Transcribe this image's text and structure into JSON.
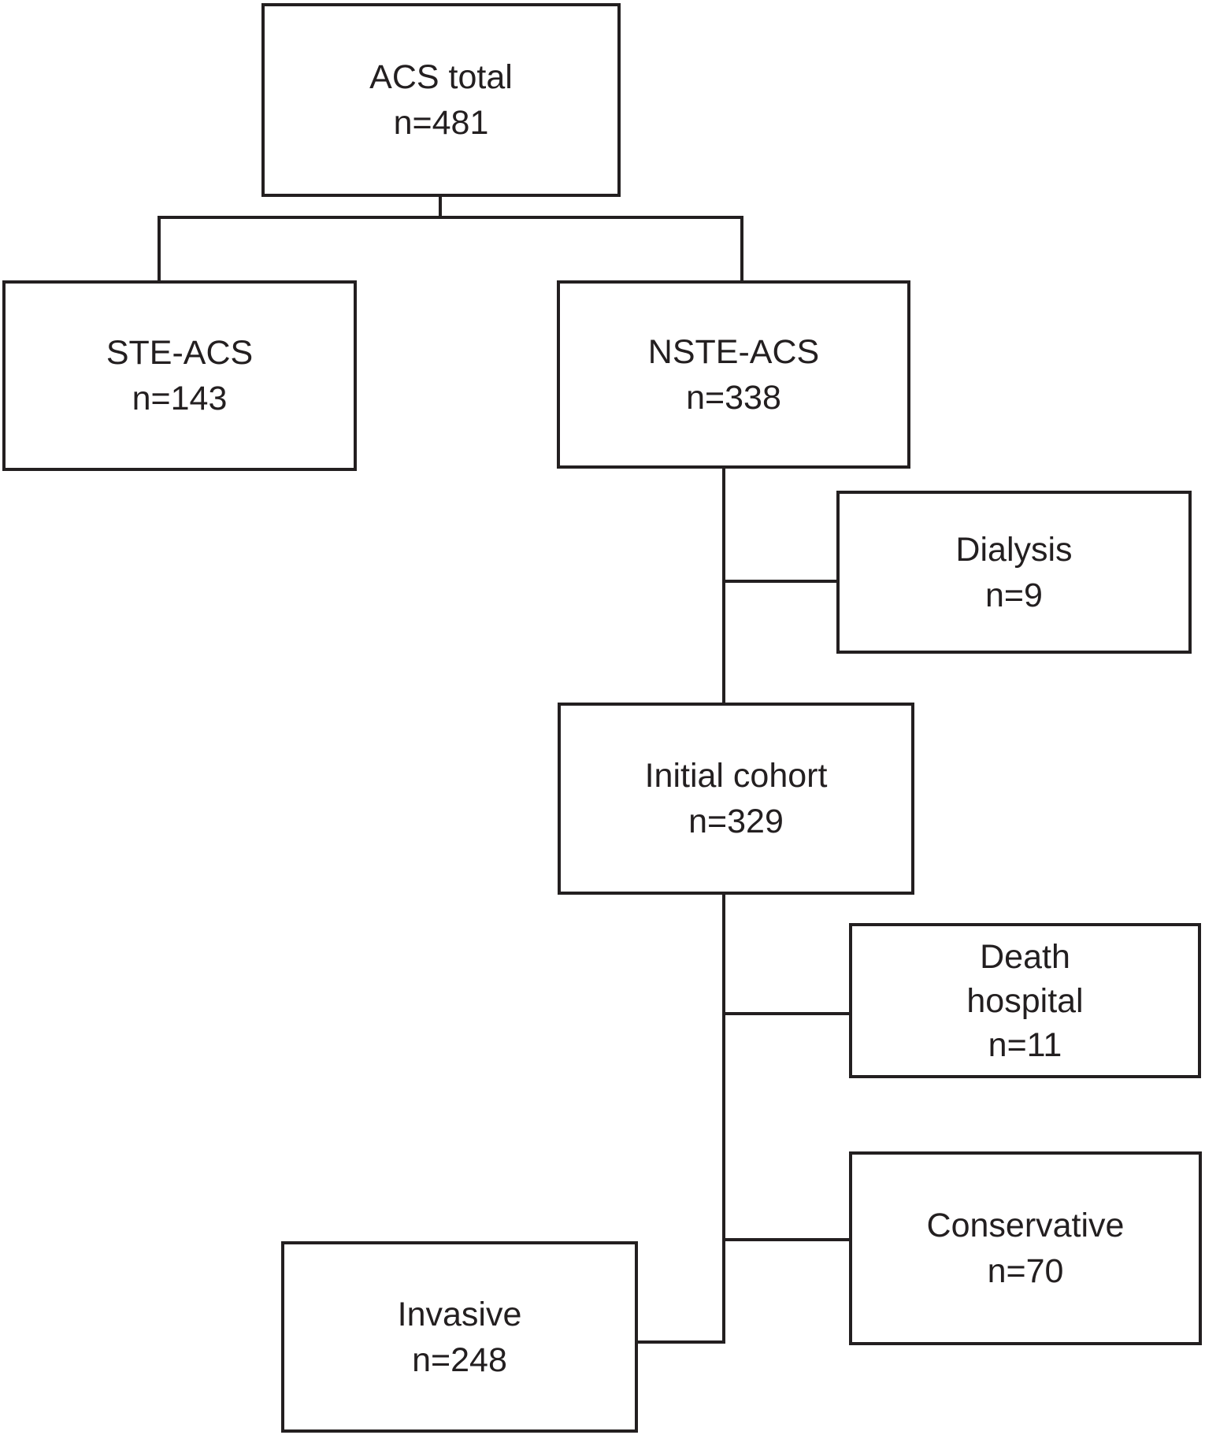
{
  "colors": {
    "ink": "#231f20",
    "background": "#ffffff"
  },
  "nodes": {
    "acs_total": {
      "lines": [
        "ACS total",
        "n=481"
      ]
    },
    "ste_acs": {
      "lines": [
        "STE-ACS",
        "n=143"
      ]
    },
    "nste_acs": {
      "lines": [
        "NSTE-ACS",
        "n=338"
      ]
    },
    "dialysis": {
      "lines": [
        "Dialysis",
        "n=9"
      ]
    },
    "initial_cohort": {
      "lines": [
        "Initial cohort",
        "n=329"
      ]
    },
    "death_hospital": {
      "lines": [
        "Death",
        "hospital",
        "n=11"
      ]
    },
    "conservative": {
      "lines": [
        "Conservative",
        "n=70"
      ]
    },
    "invasive": {
      "lines": [
        "Invasive",
        "n=248"
      ]
    }
  },
  "edges": [
    {
      "from": "acs_total",
      "to": "ste_acs"
    },
    {
      "from": "acs_total",
      "to": "nste_acs"
    },
    {
      "from": "nste_acs",
      "to": "dialysis"
    },
    {
      "from": "nste_acs",
      "to": "initial_cohort"
    },
    {
      "from": "initial_cohort",
      "to": "death_hospital"
    },
    {
      "from": "initial_cohort",
      "to": "conservative"
    },
    {
      "from": "initial_cohort",
      "to": "invasive"
    }
  ]
}
